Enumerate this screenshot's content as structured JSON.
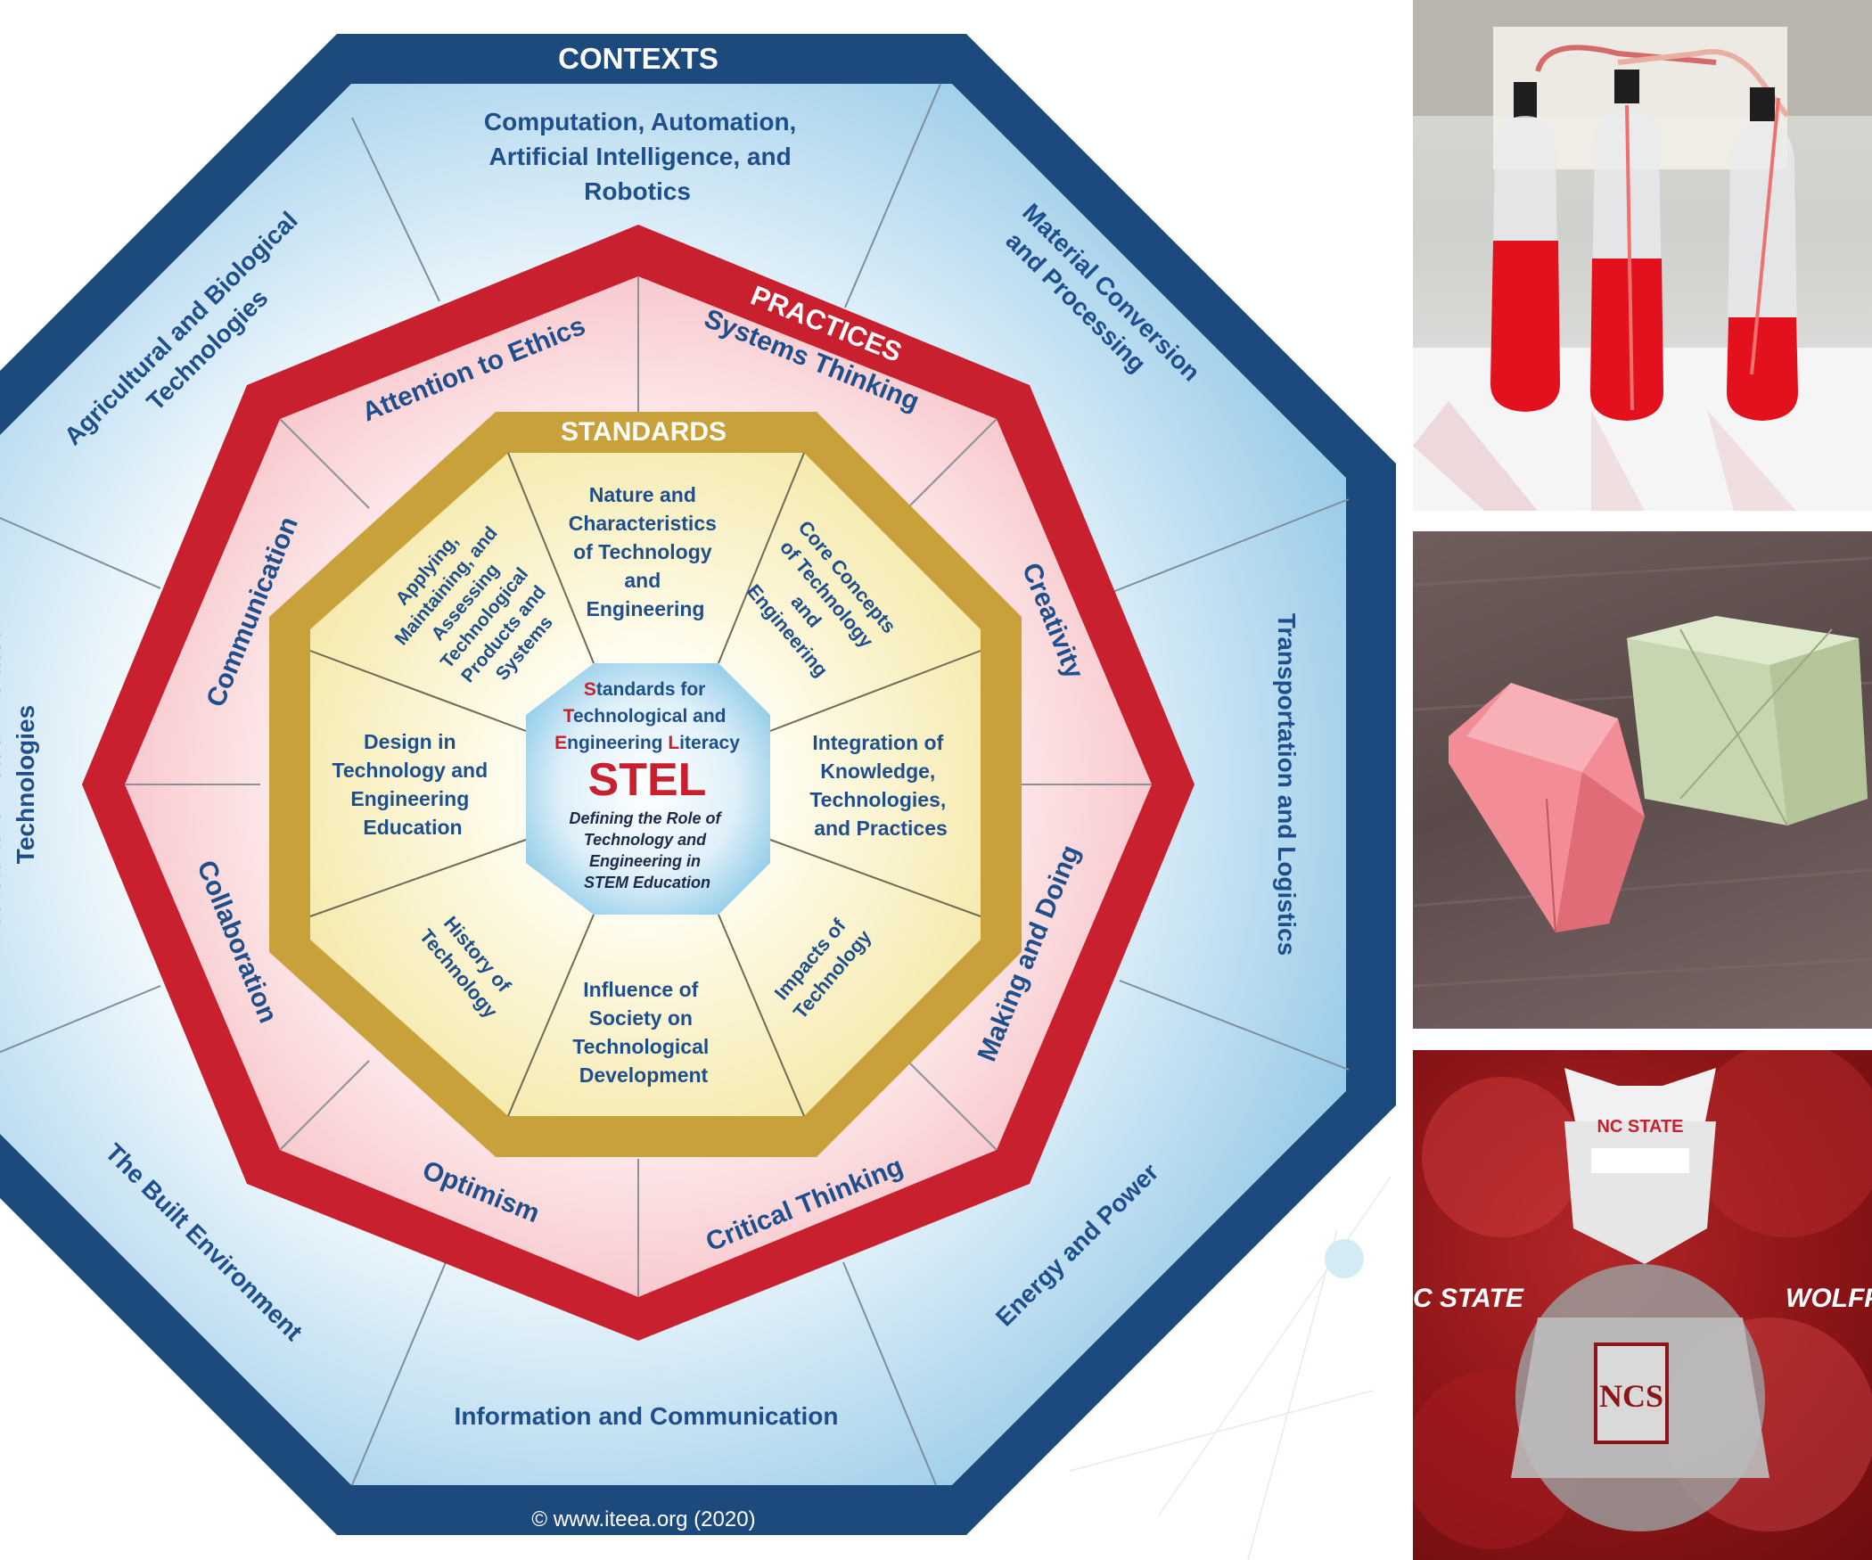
{
  "contexts": {
    "title": "CONTEXTS",
    "items": [
      "Computation, Automation, Artificial Intelligence, and Robotics",
      "Material Conversion and Processing",
      "Transportation and Logistics",
      "Energy and Power",
      "Information and Communication",
      "The Built Environment",
      "Medical and Health-Related Technologies",
      "Agricultural and Biological Technologies"
    ]
  },
  "practices": {
    "title": "PRACTICES",
    "items": [
      "Systems Thinking",
      "Creativity",
      "Making and Doing",
      "Critical Thinking",
      "Optimism",
      "Collaboration",
      "Communication",
      "Attention to Ethics"
    ]
  },
  "standards": {
    "title": "STANDARDS",
    "items": [
      "Nature and Characteristics of Technology and Engineering",
      "Core Concepts of Technology and Engineering",
      "Integration of Knowledge, Technologies, and Practices",
      "Impacts of Technology",
      "Influence of Society on Technological Development",
      "History of Technology",
      "Design in Technology and Engineering Education",
      "Applying, Maintaining, and Assessing Technological Products and Systems"
    ]
  },
  "center": {
    "line1": "Standards for",
    "line2": "Technological and",
    "line3": "Engineering Literacy",
    "acronym": "STEL",
    "desc": "Defining the Role of Technology and Engineering in STEM Education"
  },
  "copyright": "© www.iteea.org (2020)",
  "wolf": {
    "badge": "NC STATE",
    "left_text": "C STATE",
    "right_text": "WOLFPA",
    "letters": "NCS"
  },
  "colors": {
    "navy": "#1d4a7d",
    "red": "#c8202f",
    "gold": "#c9a13b",
    "text_blue": "#1e4f8c"
  }
}
